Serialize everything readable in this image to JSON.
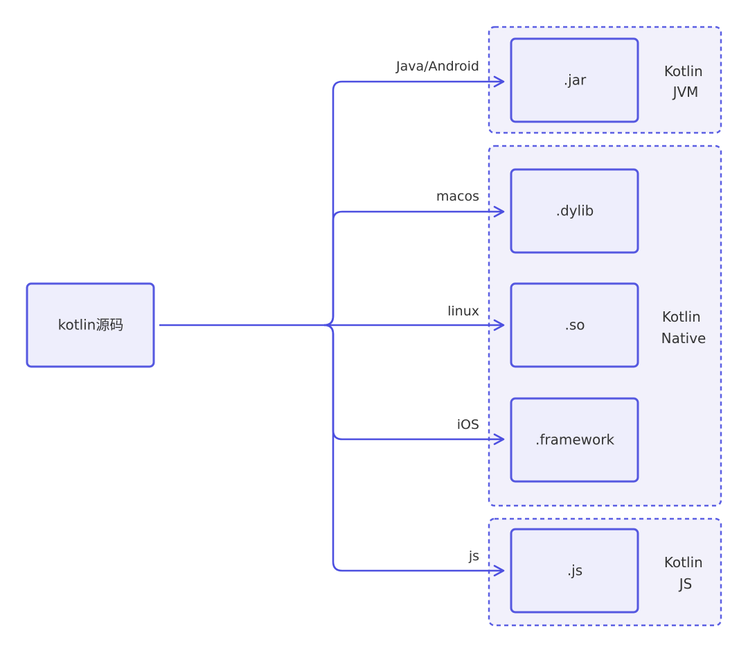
{
  "source": {
    "label": "kotlin源码"
  },
  "groups": [
    {
      "line1": "Kotlin",
      "line2": "JVM"
    },
    {
      "line1": "Kotlin",
      "line2": "Native"
    },
    {
      "line1": "Kotlin",
      "line2": "JS"
    }
  ],
  "targets": [
    {
      "label": ".jar",
      "edge_label": "Java/Android"
    },
    {
      "label": ".dylib",
      "edge_label": "macos"
    },
    {
      "label": ".so",
      "edge_label": "linux"
    },
    {
      "label": ".framework",
      "edge_label": "iOS"
    },
    {
      "label": ".js",
      "edge_label": "js"
    }
  ],
  "colors": {
    "edge": "#4c4fe0",
    "node_fill": "#eeeefc",
    "node_stroke": "#5558e0",
    "group_fill": "#f2f1fb",
    "group_stroke": "#5b5fe3"
  }
}
